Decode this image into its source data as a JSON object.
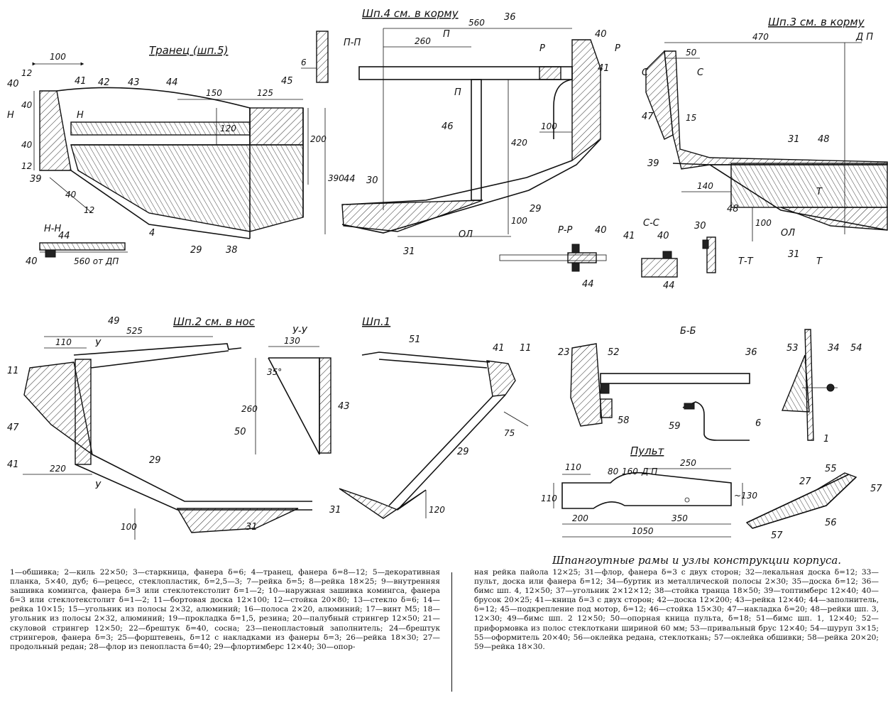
{
  "titles": {
    "transom": "Транец (шп.5)",
    "frame4": "Шп.4 см. в корму",
    "frame3": "Шп.3 см. в корму",
    "frame2": "Шп.2 см. в нос",
    "frame1": "Шп.1",
    "console": "Пульт"
  },
  "sections": {
    "hh": "Н-Н",
    "pp": "П-П",
    "rr": "Р-Р",
    "ss": "С-С",
    "tt": "Т-Т",
    "yy": "У-У",
    "bb": "Б-Б"
  },
  "dimensions": {
    "d100": "100",
    "d12a": "12",
    "d40a": "40",
    "d40b": "40",
    "d12b": "12",
    "d40c": "40",
    "d12c": "12",
    "d150": "150",
    "d125": "125",
    "d120": "120",
    "d200": "200",
    "d390": "390",
    "d560dp": "560 от ДП",
    "d560": "560",
    "d260": "260",
    "d420": "420",
    "d100b": "100",
    "d100c": "100",
    "d6": "6",
    "d470": "470",
    "d50": "50",
    "d140": "140",
    "d100d": "100",
    "d525": "525",
    "d110": "110",
    "d220": "220",
    "d100e": "100",
    "d130": "130",
    "d35": "35°",
    "d260b": "260",
    "d75": "75",
    "d120b": "120",
    "c110a": "110",
    "c80": "80",
    "c160": "160",
    "c250": "250",
    "c110b": "110",
    "c130": "~130",
    "c200": "200",
    "c350": "350",
    "c1050": "1050"
  },
  "markers": {
    "N": "Н",
    "P": "П",
    "R": "Р",
    "S": "С",
    "T": "Т",
    "U": "У",
    "DP": "Д П",
    "OL": "ОЛ",
    "d15": "15"
  },
  "part_numbers": {
    "n40a": "40",
    "n41a": "41",
    "n42": "42",
    "n43": "43",
    "n44a": "44",
    "n45": "45",
    "n39a": "39",
    "n4": "4",
    "n29a": "29",
    "n38": "38",
    "n44b": "44",
    "n40b": "40",
    "n36a": "36",
    "n40c": "40",
    "n41b": "41",
    "n46": "46",
    "n44c": "44",
    "n30a": "30",
    "n31a": "31",
    "n29b": "29",
    "n40d": "40",
    "n44d": "44",
    "n47a": "47",
    "n39b": "39",
    "n31b": "31",
    "n48a": "48",
    "n48b": "48",
    "n31c": "31",
    "n41c": "41",
    "n40e": "40",
    "n44e": "44",
    "n30b": "30",
    "n49": "49",
    "n11a": "11",
    "n47b": "47",
    "n41d": "41",
    "n29c": "29",
    "n31d": "31",
    "n50": "50",
    "n43b": "43",
    "n51": "51",
    "n41e": "41",
    "n11b": "11",
    "n29d": "29",
    "n31e": "31",
    "n23": "23",
    "n52": "52",
    "n36b": "36",
    "n58": "58",
    "n59": "59",
    "n6": "6",
    "n53": "53",
    "n34": "34",
    "n54": "54",
    "n1": "1",
    "n55": "55",
    "n27": "27",
    "n57a": "57",
    "n56": "56",
    "n57b": "57"
  },
  "caption": "Шпангоутные рамы и узлы конструкции корпуса.",
  "legend": {
    "left": "1—обшивка; 2—киль 22×50; 3—старкница, фанера δ=6; 4—транец, фанера δ=8—12; 5—декоративная планка, 5×40, дуб; 6—рецесс, стеклопластик, δ=2,5—3; 7—рейка δ=5; 8—рейка 18×25; 9—внутренняя зашивка комингса, фанера δ=3 или стеклотекстолит δ=1—2; 10—наружная зашивка комингса, фанера δ=3 или стеклотекстолит δ=1—2; 11—бортовая доска 12×100; 12—стойка 20×80; 13—стекло δ=6; 14—рейка 10×15; 15—угольник из полосы 2×32, алюминий; 16—полоса 2×20, алюминий; 17—винт М5; 18—угольник из полосы 2×32, алюминий; 19—прокладка δ=1,5, резина; 20—палубный стрингер 12×50; 21—скуловой стрингер 12×50; 22—брештук δ=40, сосна; 23—пенопластовый заполнитель; 24—брештук стрингеров, фанера δ=3; 25—форштевень, δ=12 с накладками из фанеры δ=3; 26—рейка 18×30; 27—продольный редан; 28—флор из пенопласта δ=40; 29—флортимберс 12×40; 30—опор-",
    "right": "ная рейка пайола 12×25; 31—флор, фанера δ=3 с двух сторон; 32—лекальная доска δ=12; 33—пульт, доска или фанера δ=12; 34—буртик из металлической полосы 2×30; 35—доска δ=12; 36—бимс шп. 4, 12×50; 37—угольник 2×12×12; 38—стойка транца 18×50; 39—топтимберс 12×40; 40—брусок 20×25; 41—кница δ=3 с двух сторон; 42—доска 12×200; 43—рейка 12×40; 44—заполнитель, δ=12; 45—подкрепление под мотор, δ=12; 46—стойка 15×30; 47—накладка δ=20; 48—рейки шп. 3, 12×30; 49—бимс шп. 2 12×50; 50—опорная кница пульта, δ=18; 51—бимс шп. 1, 12×40; 52—приформовка из полос стеклоткани шириной 60 мм; 53—привальный брус 12×40; 54—шуруп 3×15; 55—оформитель 20×40; 56—оклейка редана, стеклоткань; 57—оклейка обшивки; 58—рейка 20×20; 59—рейка 18×30."
  }
}
